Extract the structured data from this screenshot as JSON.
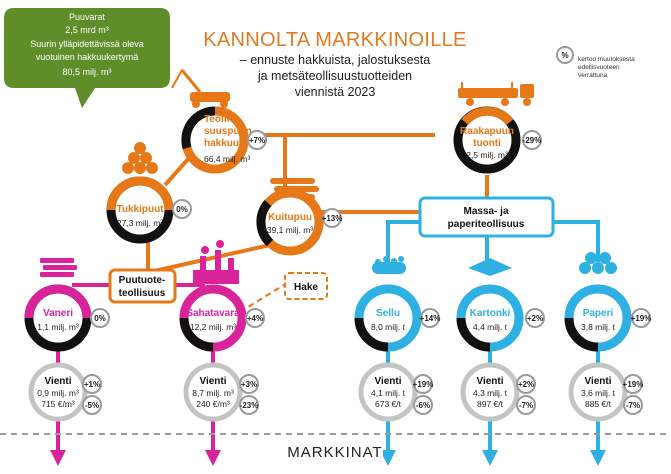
{
  "title": "KANNOLTA MARKKINOILLE",
  "subtitle": [
    "– ennuste hakkuista, jalostuksesta",
    "ja metsäteollisuustuotteiden",
    "viennistä 2023"
  ],
  "bubble": [
    "Puuvarat",
    "2,5 mrd m³",
    "Suurin ylläpidettävissä oleva",
    "vuotuinen hakkuukertymä",
    "80,5 milj. m³"
  ],
  "legend": {
    "symbol": "%",
    "text": [
      "kertoo muutoksesta",
      "edellisvuoteen",
      "verrattuna"
    ]
  },
  "colors": {
    "orange": "#e67817",
    "pink": "#d8239b",
    "blue": "#2eb0e3",
    "green": "#5f8d2a",
    "black": "#111111",
    "gray": "#9a9a9a"
  },
  "nodes": {
    "teollisuuspuu": {
      "name": [
        "Teolli-",
        "suuspuun",
        "hakkuut"
      ],
      "value": "66,4 milj. m³",
      "change": "+7%"
    },
    "raakapuu": {
      "name": [
        "Raakapuun",
        "tuonti"
      ],
      "value": "2,5 milj. m³",
      "change": "-29%"
    },
    "tukkipuut": {
      "name": [
        "Tukkipuut"
      ],
      "value": "27,3 milj. m³",
      "change": "0%"
    },
    "kuitupuu": {
      "name": [
        "Kuitupuu"
      ],
      "value": "39,1 milj. m³",
      "change": "+13%"
    },
    "vaneri": {
      "name": [
        "Vaneri"
      ],
      "value": "1,1 milj. m³",
      "change": "0%"
    },
    "sahatavara": {
      "name": [
        "Sahatavara"
      ],
      "value": "12,2 milj. m³",
      "change": "+4%"
    },
    "sellu": {
      "name": [
        "Sellu"
      ],
      "value": "8,0 milj. t",
      "change": "+14%"
    },
    "kartonki": {
      "name": [
        "Kartonki"
      ],
      "value": "4,4 milj. t",
      "change": "+2%"
    },
    "paperi": {
      "name": [
        "Paperi"
      ],
      "value": "3,8 milj. t",
      "change": "+19%"
    }
  },
  "boxes": {
    "massa": [
      "Massa- ja",
      "paperiteollisuus"
    ],
    "puutuote": [
      "Puutuote-",
      "teollisuus"
    ],
    "hake": "Hake"
  },
  "exports": {
    "vaneri": {
      "label": "Vienti",
      "volume": "0,9 milj. m³",
      "price": "715 €/m³",
      "vol_change": "+1%",
      "price_change": "-5%"
    },
    "sahatavara": {
      "label": "Vienti",
      "volume": "8,7 milj. m³",
      "price": "240 €/m³",
      "vol_change": "+3%",
      "price_change": "-23%"
    },
    "sellu": {
      "label": "Vienti",
      "volume": "4,1 milj. t",
      "price": "673 €/t",
      "vol_change": "+19%",
      "price_change": "-6%"
    },
    "kartonki": {
      "label": "Vienti",
      "volume": "4,3 milj. t",
      "price": "897 €/t",
      "vol_change": "+2%",
      "price_change": "-7%"
    },
    "paperi": {
      "label": "Vienti",
      "volume": "3,6 milj. t",
      "price": "885 €/t",
      "vol_change": "+19%",
      "price_change": "-7%"
    }
  },
  "footer": "MARKKINAT"
}
